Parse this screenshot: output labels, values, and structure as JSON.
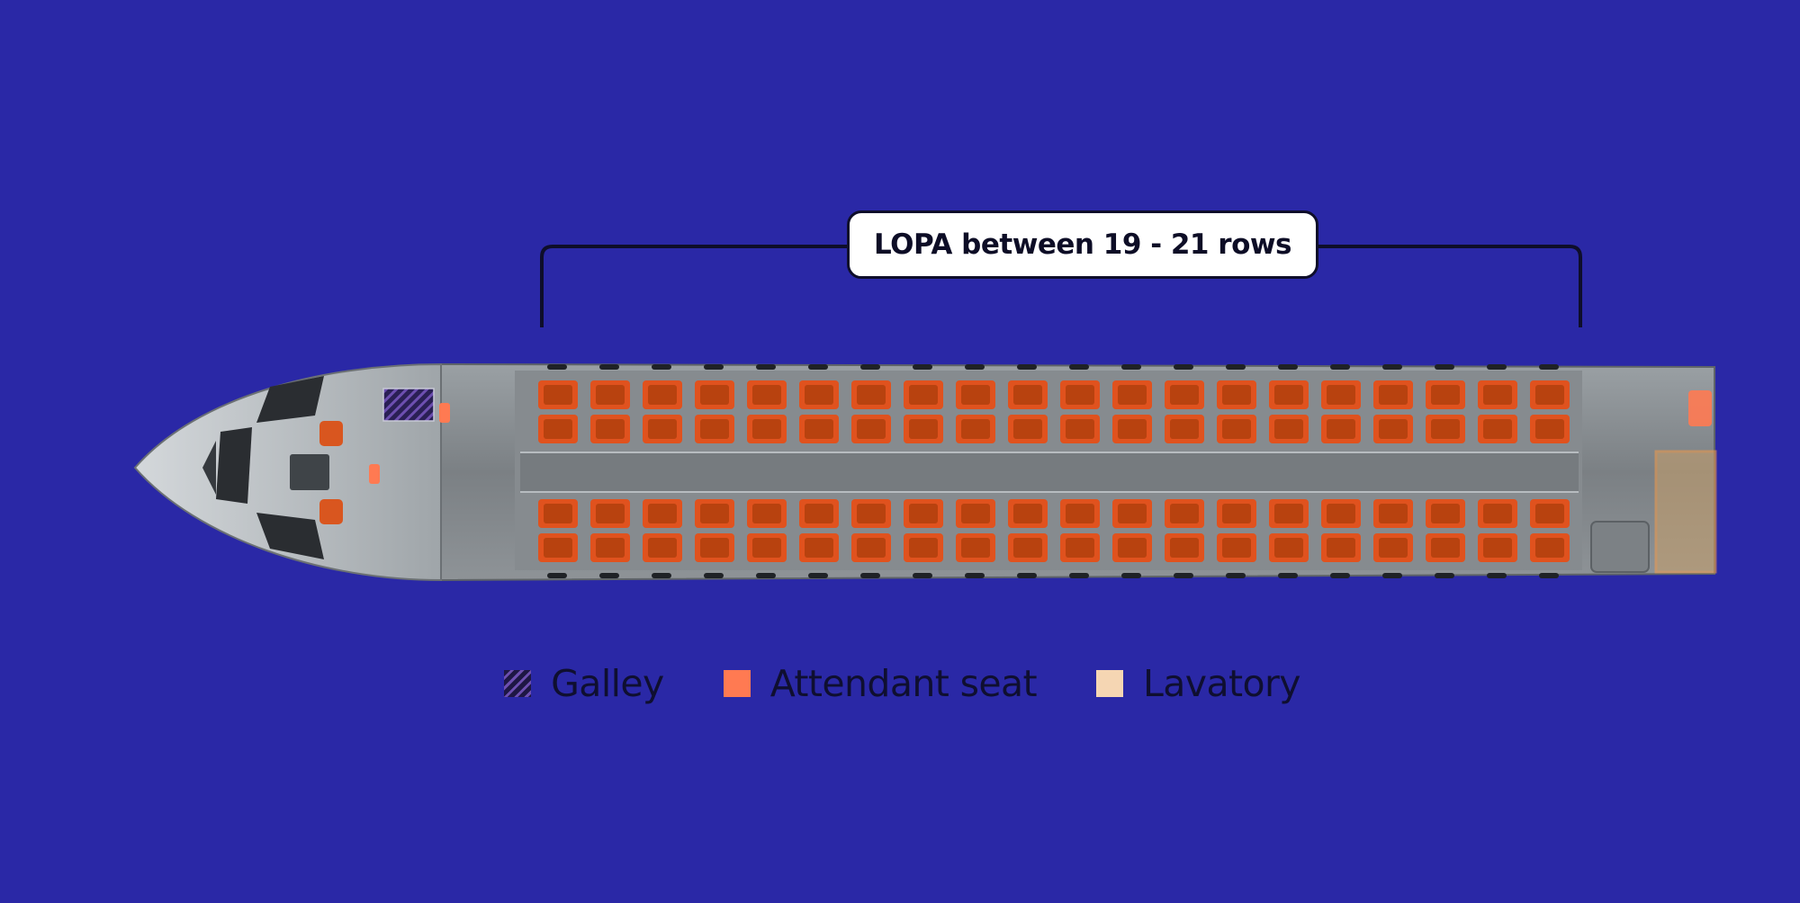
{
  "callout": {
    "text": "LOPA between 19 - 21 rows"
  },
  "legend": {
    "items": [
      {
        "key": "galley",
        "label": "Galley",
        "color": "#2a1f55"
      },
      {
        "key": "attendant",
        "label": "Attendant seat",
        "color": "#ff7a52"
      },
      {
        "key": "lavatory",
        "label": "Lavatory",
        "color": "#f5d6b3"
      }
    ]
  },
  "colors": {
    "background": "#2a28a6",
    "fuselage": "#8a8f93",
    "seat": "#e0521e",
    "nose": "#b9bec2"
  },
  "seat_map": {
    "rows": 20,
    "seats_per_side": 2,
    "sides": 2
  }
}
